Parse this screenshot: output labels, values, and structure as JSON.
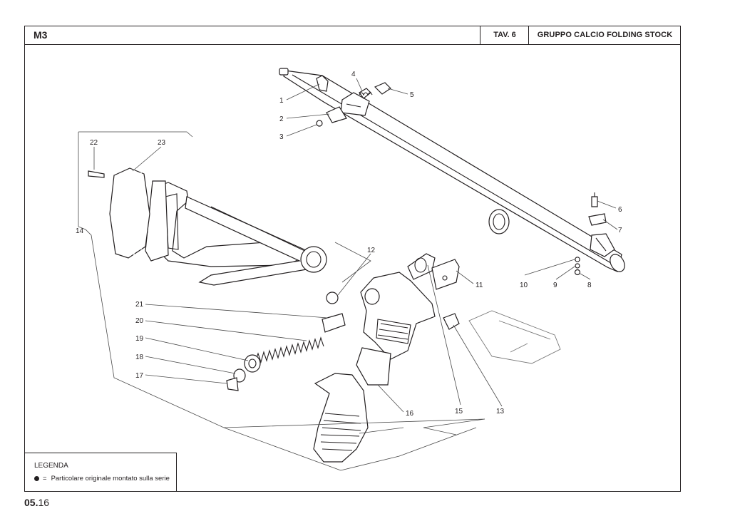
{
  "header": {
    "model": "M3",
    "table": "TAV. 6",
    "title": "GRUPPO CALCIO FOLDING STOCK"
  },
  "legend": {
    "title": "LEGENDA",
    "entry_symbol_icon": "filled-circle-icon",
    "entry_equals": "=",
    "entry_text": "Particolare originale montato sulla serie"
  },
  "page": {
    "section": "05.",
    "number": "16"
  },
  "part_labels": [
    "1",
    "2",
    "3",
    "4",
    "5",
    "6",
    "7",
    "8",
    "9",
    "10",
    "11",
    "12",
    "13",
    "14",
    "15",
    "16",
    "17",
    "18",
    "19",
    "20",
    "21",
    "22",
    "23"
  ]
}
